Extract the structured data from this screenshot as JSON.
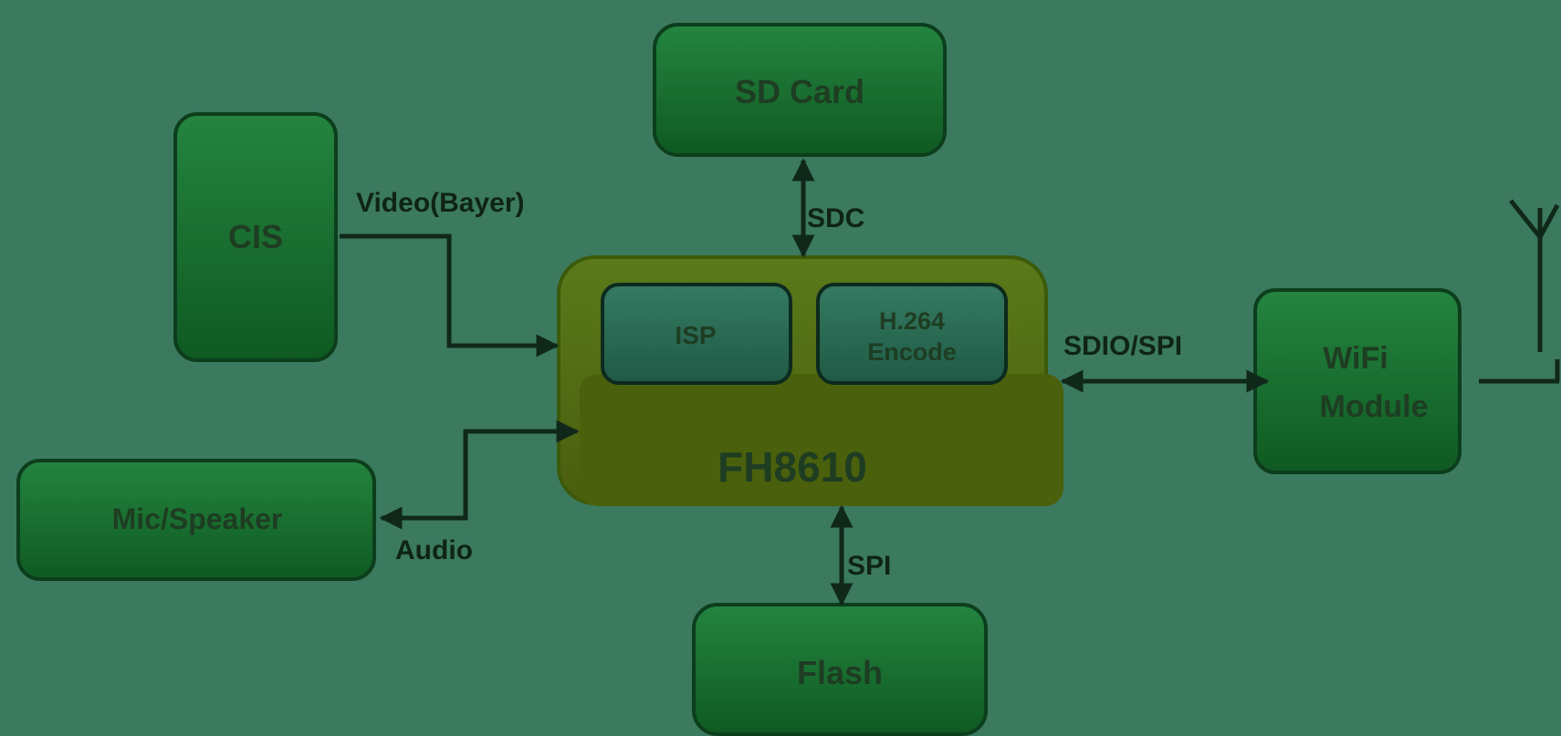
{
  "colors": {
    "background": "#3b7a5f",
    "block_fill": "#1f7a3a",
    "block_dark": "#0f5a22",
    "soc_fill": "#4d6a12",
    "subblock_fill": "#2e6a55",
    "wire": "#10281a"
  },
  "blocks": {
    "sd_card": "SD Card",
    "cis": "CIS",
    "soc": "FH8610",
    "isp": "ISP",
    "encoder_line1": "H.264",
    "encoder_line2": "Encode",
    "wifi_line1": "WiFi",
    "wifi_line2": "Module",
    "mic_speaker": "Mic/Speaker",
    "flash": "Flash"
  },
  "connections": {
    "video": "Video(Bayer)",
    "sdc": "SDC",
    "sdio": "SDIO/SPI",
    "audio": "Audio",
    "spi": "SPI"
  },
  "icons": {
    "antenna": "antenna-icon"
  }
}
